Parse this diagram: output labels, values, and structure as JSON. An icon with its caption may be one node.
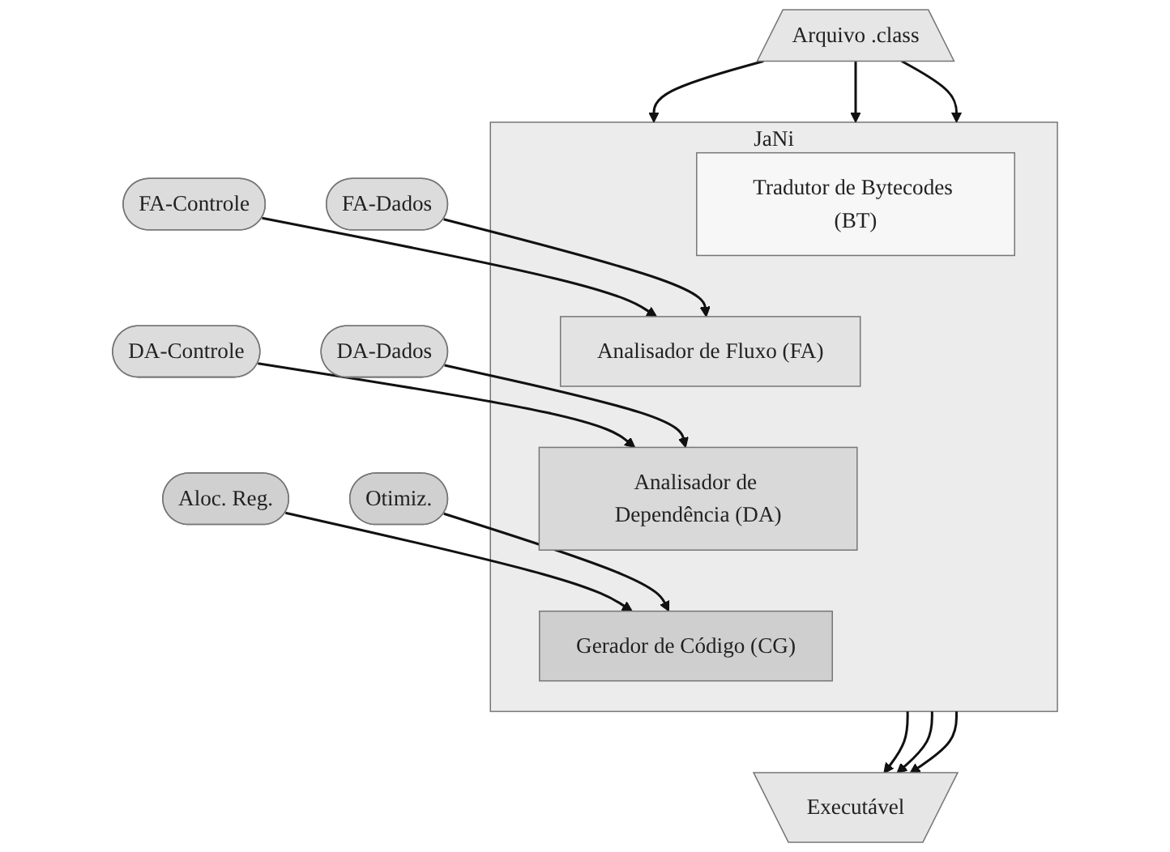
{
  "diagram": {
    "nodes": [
      {
        "text": [
          "Arquivo .class"
        ]
      },
      {
        "text": [
          "JaNi"
        ]
      },
      {
        "text": [
          "Tradutor de Bytecodes (BT)"
        ],
        "in": 1
      },
      {
        "text": [
          "Analisador de Fluxo (FA)"
        ],
        "in": 1
      },
      {
        "text": [
          "Analisador de Dependência (DA)"
        ],
        "in": 1
      },
      {
        "text": [
          "Gerador de Código (CG)"
        ],
        "in": 1
      },
      {
        "text": [
          "FA-Controle"
        ]
      },
      {
        "text": [
          "FA-Dados"
        ]
      },
      {
        "text": [
          "DA-Controle"
        ]
      },
      {
        "text": [
          "DA-Dados"
        ]
      },
      {
        "text": [
          "Aloc. Reg."
        ]
      },
      {
        "text": [
          "Otimiz."
        ]
      },
      {
        "text": [
          "Executável"
        ]
      }
    ],
    "edges": [
      {
        "from": 0,
        "to": 1,
        "arrow": "to"
      },
      {
        "from": 0,
        "to": 1,
        "arrow": "to"
      },
      {
        "from": 0,
        "to": 1,
        "arrow": "to"
      },
      {
        "from": 6,
        "to": 3,
        "arrow": "to"
      },
      {
        "from": 7,
        "to": 3,
        "arrow": "to"
      },
      {
        "from": 8,
        "to": 4,
        "arrow": "to"
      },
      {
        "from": 9,
        "to": 4,
        "arrow": "to"
      },
      {
        "from": 10,
        "to": 5,
        "arrow": "to"
      },
      {
        "from": 11,
        "to": 5,
        "arrow": "to"
      },
      {
        "from": 1,
        "to": 12,
        "arrow": "to"
      },
      {
        "from": 1,
        "to": 12,
        "arrow": "to"
      },
      {
        "from": 1,
        "to": 12,
        "arrow": "to"
      }
    ]
  }
}
